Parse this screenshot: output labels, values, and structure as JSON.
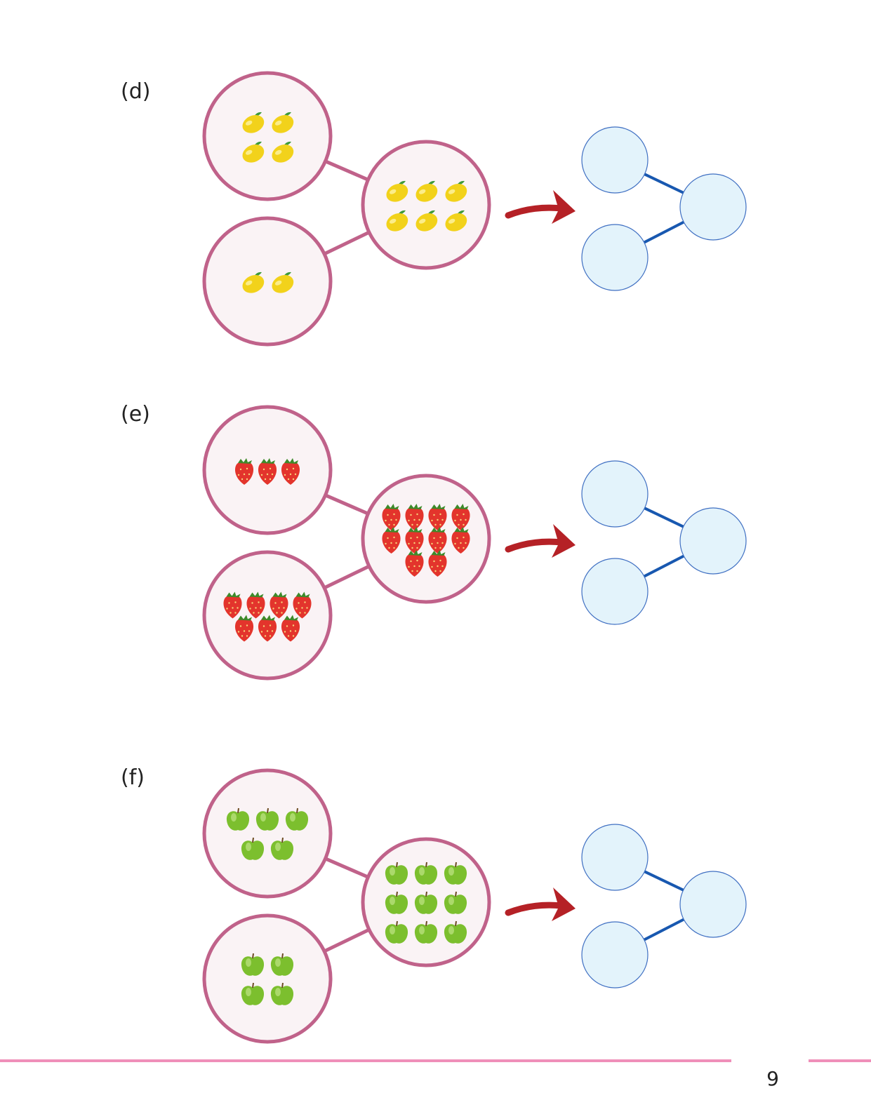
{
  "problems": [
    {
      "label": "(d)",
      "fruit": "lemon",
      "part_a_count": 4,
      "part_b_count": 2,
      "whole_count": 6,
      "answer_bond": {
        "part_a": "",
        "part_b": "",
        "whole": ""
      }
    },
    {
      "label": "(e)",
      "fruit": "strawberry",
      "part_a_count": 3,
      "part_b_count": 7,
      "whole_count": 10,
      "answer_bond": {
        "part_a": "",
        "part_b": "",
        "whole": ""
      }
    },
    {
      "label": "(f)",
      "fruit": "green-apple",
      "part_a_count": 5,
      "part_b_count": 4,
      "whole_count": 9,
      "answer_bond": {
        "part_a": "",
        "part_b": "",
        "whole": ""
      }
    }
  ],
  "footer": {
    "page_number": "9"
  },
  "colors": {
    "bond_circle_stroke": "#c0628a",
    "bond_circle_fill": "#faf3f5",
    "answer_circle_stroke": "#3f6fc2",
    "answer_circle_fill": "#e3f3fb",
    "answer_line": "#1858b0",
    "arrow": "#b52126",
    "footer_line": "#ef8fb9",
    "lemon": "#f2d21b",
    "strawberry": "#e3342c",
    "green_apple": "#7cbf2e"
  },
  "icons": [
    "lemon-icon",
    "strawberry-icon",
    "green-apple-icon",
    "arrow-right-icon"
  ]
}
